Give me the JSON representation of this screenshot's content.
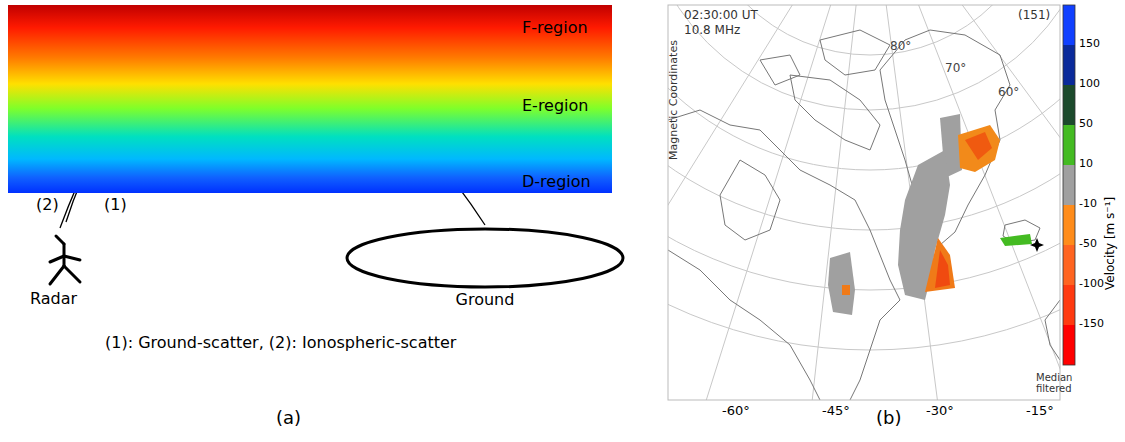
{
  "diagram": {
    "nodes": [
      {
        "text": [
          "F-region",
          "E-region",
          "D-region"
        ]
      },
      {
        "text": [
          "Radar"
        ]
      },
      {
        "text": [
          "Ground"
        ]
      }
    ],
    "edges": [
      {
        "from": 1,
        "to": 2,
        "arrow": "none"
      }
    ],
    "labels": [
      "(2)",
      "(1)",
      "(1): Ground-scatter, (2): Ionospheric-scatter",
      "(a)",
      "02:30:00 UT",
      "10.8 MHz",
      "(151)",
      "Magnetic Coordinates",
      "80°",
      "70°",
      "60°",
      "-60°",
      "-45°",
      "-30°",
      "-15°",
      "150",
      "100",
      "50",
      "10",
      "-10",
      "-50",
      "-100",
      "-150",
      "Velocity [m s⁻¹]",
      "Median filtered",
      "(b)"
    ]
  }
}
